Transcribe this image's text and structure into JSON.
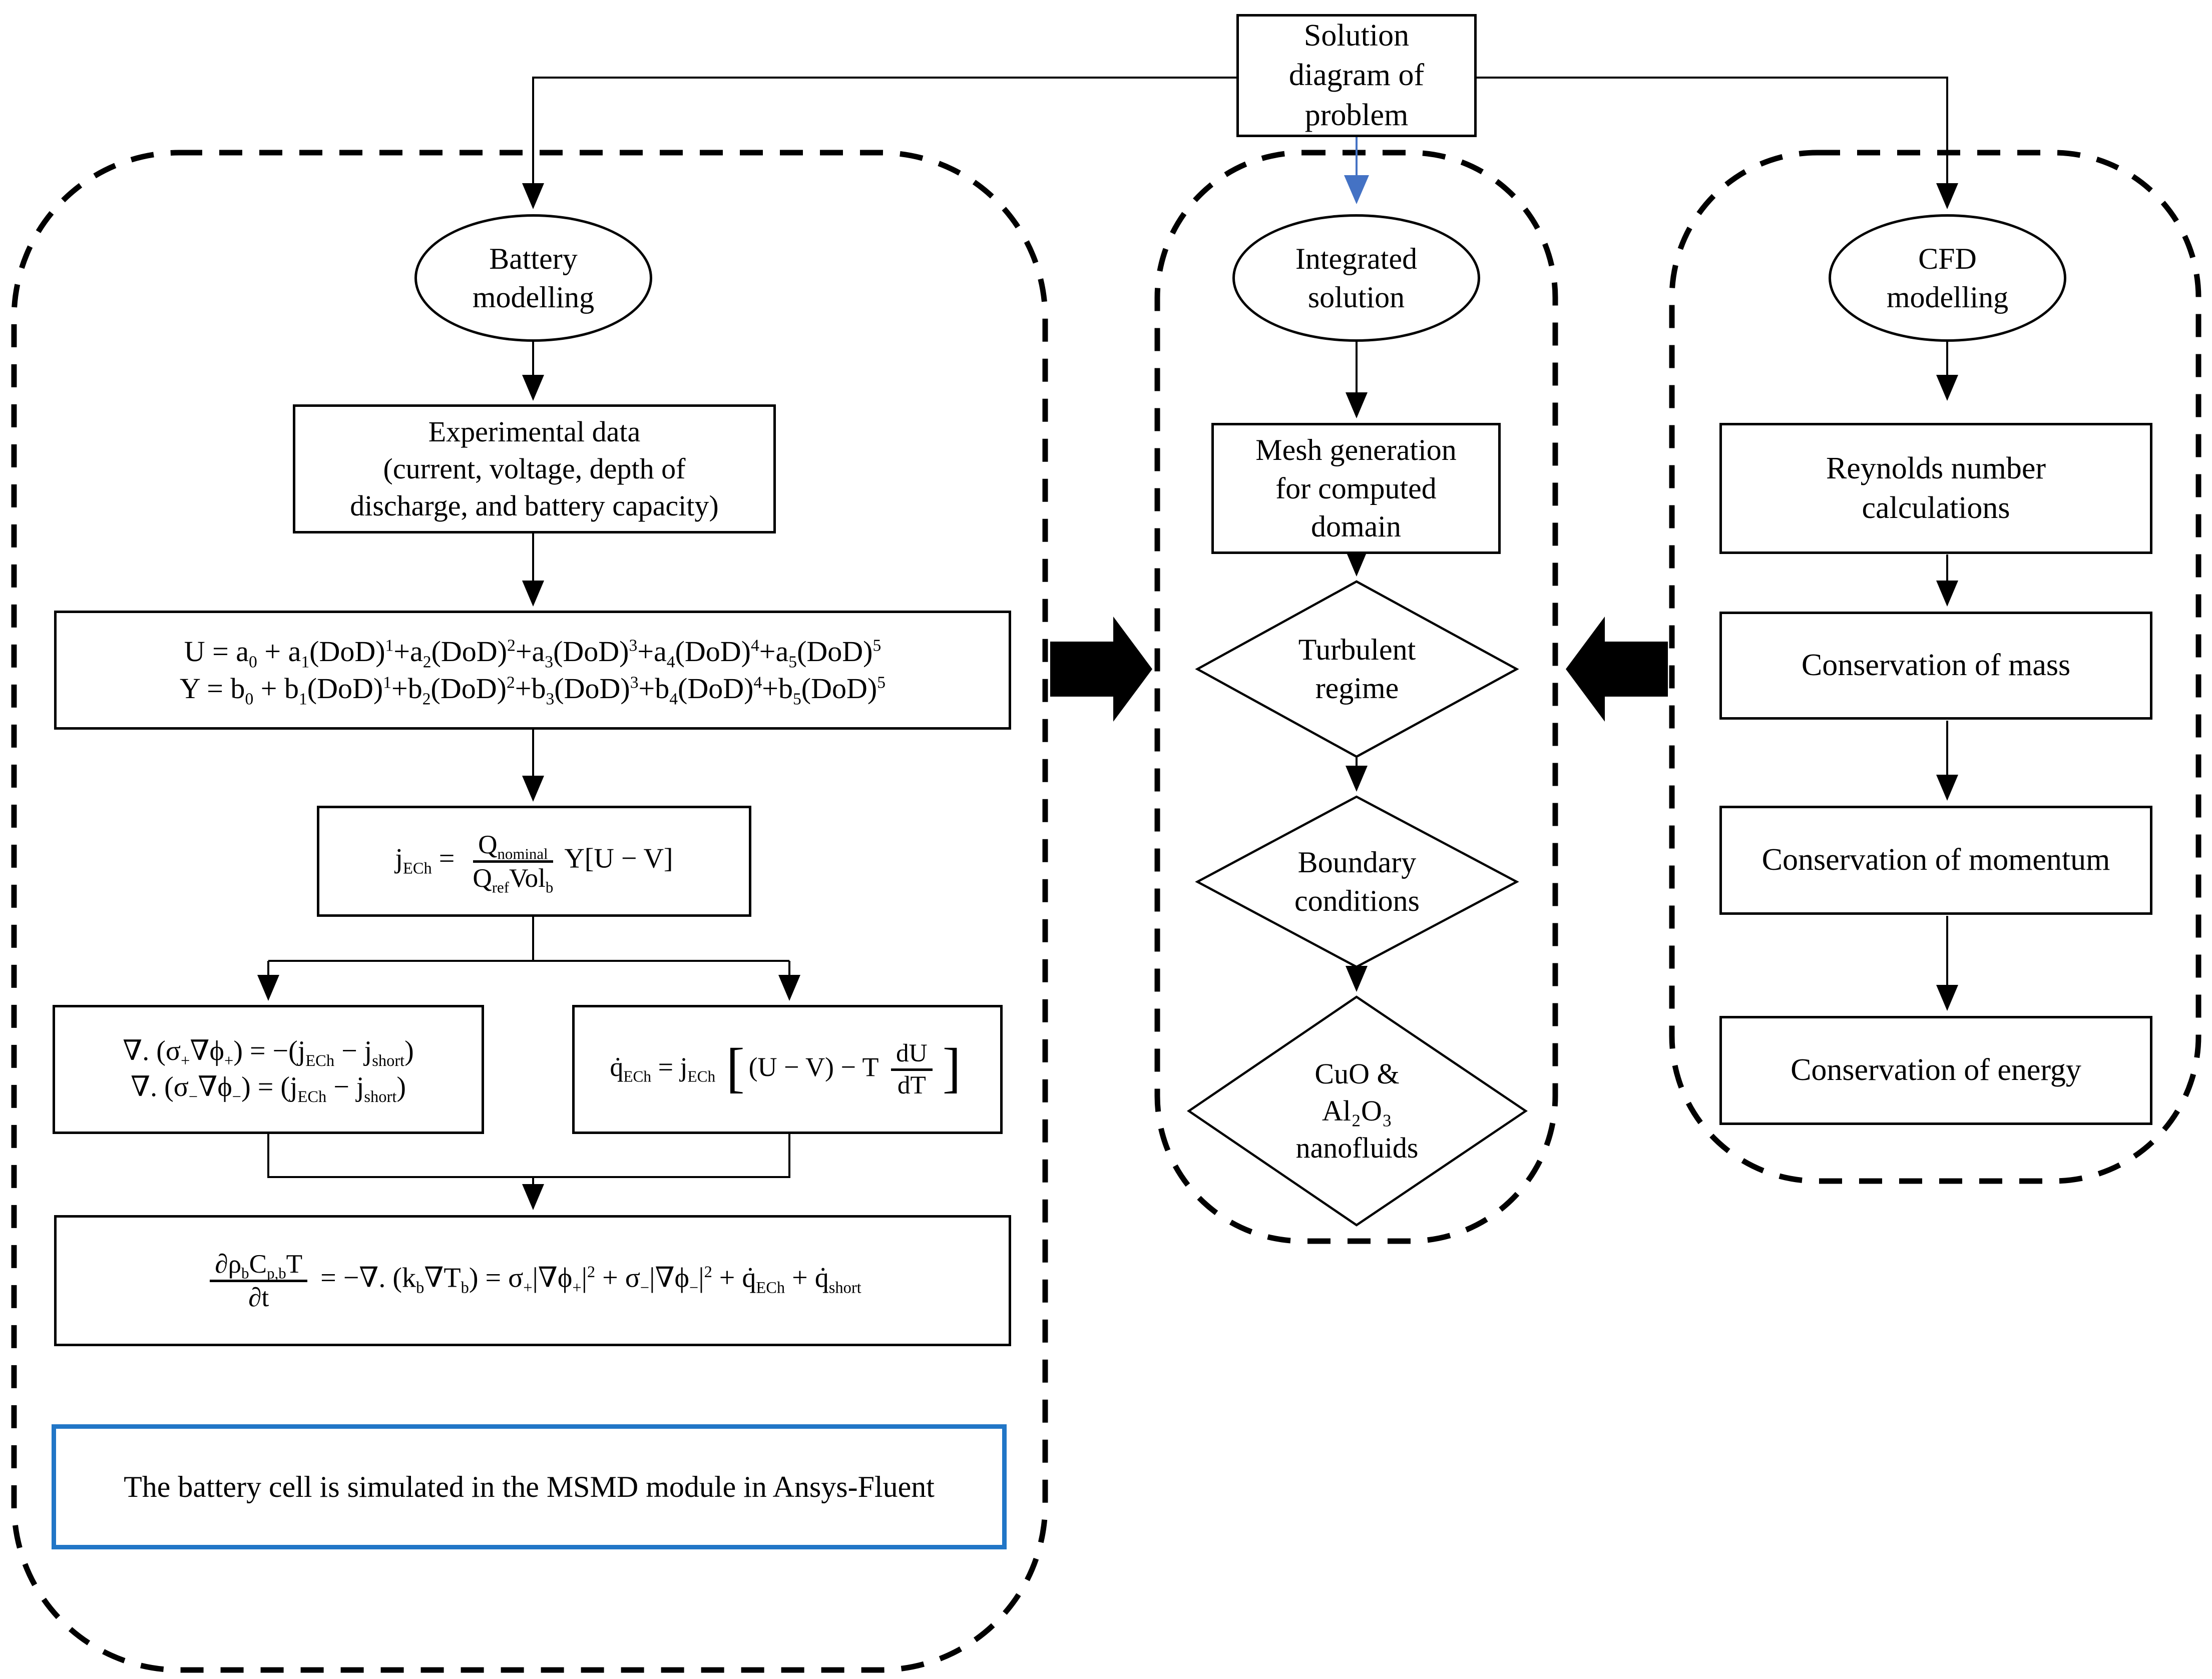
{
  "top": {
    "label": "Solution\ndiagram of\nproblem"
  },
  "left": {
    "title": "Battery\nmodelling",
    "experimental": "Experimental data\n(current, voltage, depth of\ndischarge, and battery capacity)",
    "eq_polynomial_u": "U = a<sub>0</sub> + a<sub>1</sub>(DoD)<sup>1</sup>+a<sub>2</sub>(DoD)<sup>2</sup>+a<sub>3</sub>(DoD)<sup>3</sup>+a<sub>4</sub>(DoD)<sup>4</sup>+a<sub>5</sub>(DoD)<sup>5</sup>",
    "eq_polynomial_y": "Y = b<sub>0</sub> + b<sub>1</sub>(DoD)<sup>1</sup>+b<sub>2</sub>(DoD)<sup>2</sup>+b<sub>3</sub>(DoD)<sup>3</sup>+b<sub>4</sub>(DoD)<sup>4</sup>+b<sub>5</sub>(DoD)<sup>5</sup>",
    "eq_current": "j<sub>ECh</sub> = <span class='frac'><span class='num'>Q<sub>nominal</sub></span><span class='den'>Q<sub>ref</sub>Vol<sub>b</sub></span></span>Y[U − V]",
    "eq_potential_pos": "∇. (σ<sub>+</sub>∇ϕ<sub>+</sub>) = −(j<sub>ECh</sub> − j<sub>short</sub>)",
    "eq_potential_neg": "∇. (σ<sub>−</sub>∇ϕ<sub>−</sub>) = (j<sub>ECh</sub> − j<sub>short</sub>)",
    "eq_heat": "q̇<sub>ECh</sub> = j<sub>ECh</sub> <span class='bk'>[</span>(U − V) − T <span class='frac'><span class='num'>dU</span><span class='den'>dT</span></span><span class='bk'>]</span>",
    "eq_thermal": "<span class='frac'><span class='num'>∂ρ<sub>b</sub>C<sub>p,b</sub>T</span><span class='den'>∂t</span></span> = −∇. (k<sub>b</sub>∇T<sub>b</sub>) = σ<sub>+</sub>|∇ϕ<sub>+</sub>|<sup>2</sup> + σ<sub>−</sub>|∇ϕ<sub>−</sub>|<sup>2</sup> + q̇<sub>ECh</sub> + q̇<sub>short</sub>",
    "note": "The battery cell is simulated in the MSMD module in Ansys-Fluent"
  },
  "middle": {
    "title": "Integrated\nsolution",
    "mesh": "Mesh generation\nfor computed\ndomain",
    "turbulent": "Turbulent\nregime",
    "boundary": "Boundary\nconditions",
    "nanofluids": "CuO &\nAl₂O₃\nnanofluids"
  },
  "right": {
    "title": "CFD\nmodelling",
    "reynolds": "Reynolds number\ncalculations",
    "mass": "Conservation of mass",
    "momentum": "Conservation of momentum",
    "energy": "Conservation of energy"
  },
  "colors": {
    "line": "#000000",
    "blue_arrow": "#4472C4",
    "note_border": "#2176C7"
  }
}
